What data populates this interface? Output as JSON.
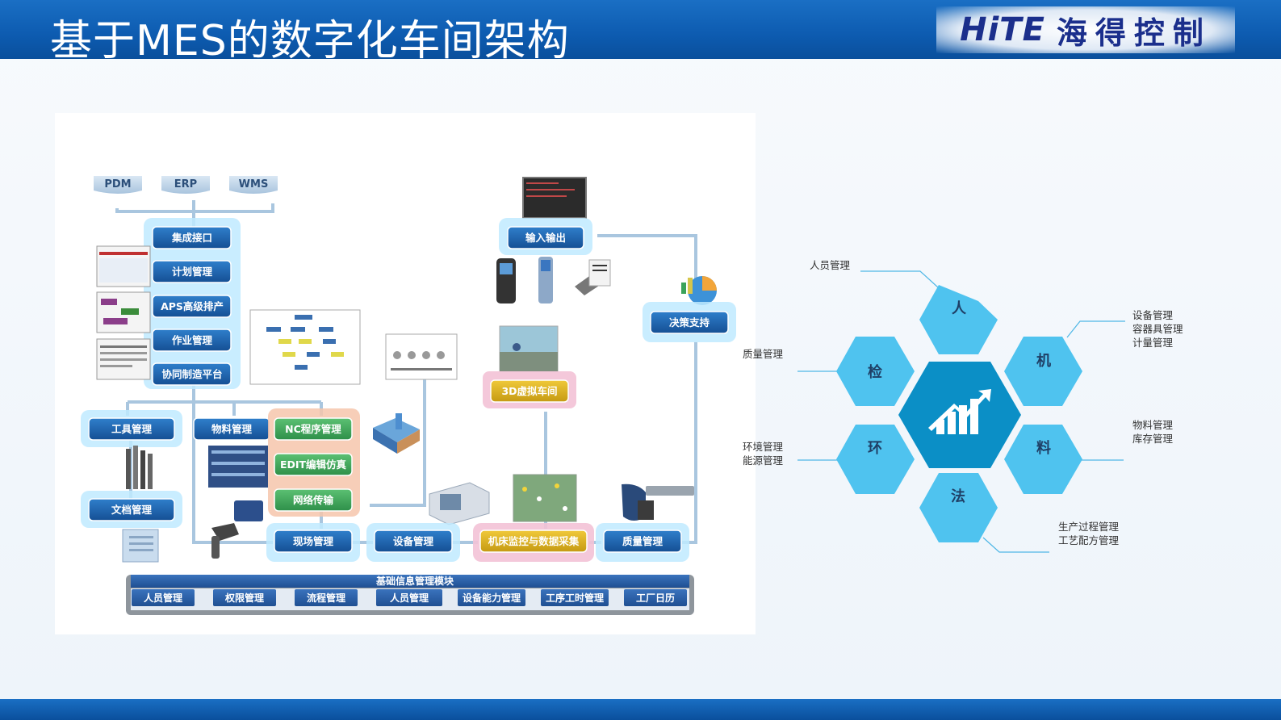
{
  "page": {
    "title": "基于MES的数字化车间架构",
    "logo_en": "HiTE",
    "logo_cn": "海得控制"
  },
  "diagram": {
    "top_systems": [
      "PDM",
      "ERP",
      "WMS"
    ],
    "main_stack": [
      "集成接口",
      "计划管理",
      "APS高级排产",
      "作业管理",
      "协同制造平台"
    ],
    "io": "输入输出",
    "decision": "决策支持",
    "virtual": "3D虚拟车间",
    "tool_mgmt": "工具管理",
    "doc_mgmt": "文档管理",
    "material_mgmt": "物料管理",
    "nc_group": [
      "NC程序管理",
      "EDIT编辑仿真",
      "网络传输"
    ],
    "bottom_row": [
      "现场管理",
      "设备管理",
      "机床监控与数据采集",
      "质量管理"
    ],
    "base_title": "基础信息管理模块",
    "base_items": [
      "人员管理",
      "权限管理",
      "流程管理",
      "人员管理",
      "设备能力管理",
      "工序工时管理",
      "工厂日历"
    ]
  },
  "hex": {
    "ren": "人",
    "ji": "机",
    "liao": "料",
    "fa": "法",
    "huan": "环",
    "jian": "检"
  },
  "notes": {
    "ren": "人员管理",
    "jian": "质量管理",
    "ji": [
      "设备管理",
      "容器具管理",
      "计量管理"
    ],
    "liao": [
      "物料管理",
      "库存管理"
    ],
    "huan": [
      "环境管理",
      "能源管理"
    ],
    "fa": [
      "生产过程管理",
      "工艺配方管理"
    ]
  },
  "colors": {
    "header": "#0d5bb0",
    "box_blue": "#1c5ea8",
    "box_green": "#3aa35a",
    "box_yellow": "#d8ad1c",
    "hex_light": "#4fc3ef",
    "hex_dark": "#0b8fc6",
    "base_bar": "#2a5ea6"
  }
}
